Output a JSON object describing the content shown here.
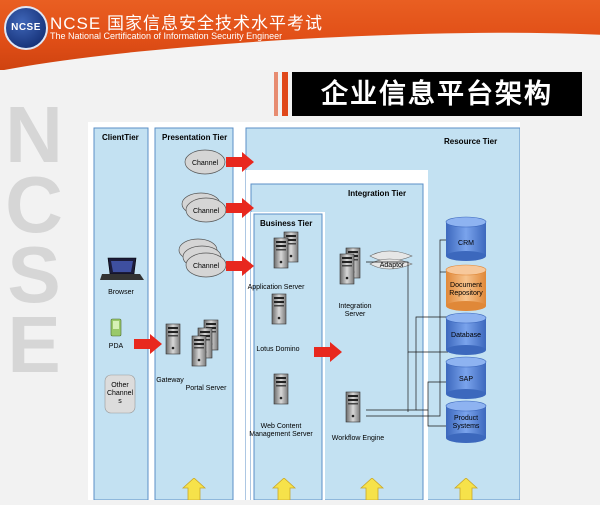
{
  "header": {
    "logo_text": "NCSE",
    "brand": "NCSE 国家信息安全技术水平考试",
    "subtitle": "The National Certification of Information Security Engineer"
  },
  "title": "企业信息平台架构",
  "watermark": [
    "N",
    "C",
    "S",
    "E"
  ],
  "diagram": {
    "tiers": {
      "client": "ClientTier",
      "presentation": "Presentation Tier",
      "resource": "Resource Tier",
      "integration": "Integration Tier",
      "business": "Business Tier"
    },
    "client": {
      "browser": "Browser",
      "pda": "PDA",
      "other": "Other Channels"
    },
    "presentation": {
      "channels": [
        "Channel",
        "Channel",
        "Channel"
      ],
      "gateway": "Gateway",
      "portal": "Portal Server"
    },
    "business": {
      "app_server": "Application Server",
      "lotus": "Lotus Domino",
      "web_content": "Web Content Management Server"
    },
    "integration": {
      "server": "Integration Server",
      "adaptor": "Adaptor",
      "workflow": "Workflow Engine"
    },
    "resources": [
      "CRM",
      "Document Repository",
      "Database",
      "SAP",
      "Product Systems"
    ]
  },
  "colors": {
    "tier_fill": "#c3e1f2",
    "tier_border": "#5b8fc7",
    "arrow": "#e8281e",
    "cylinder_blue": "#4f7fd4",
    "cylinder_orange": "#f0a35d"
  }
}
